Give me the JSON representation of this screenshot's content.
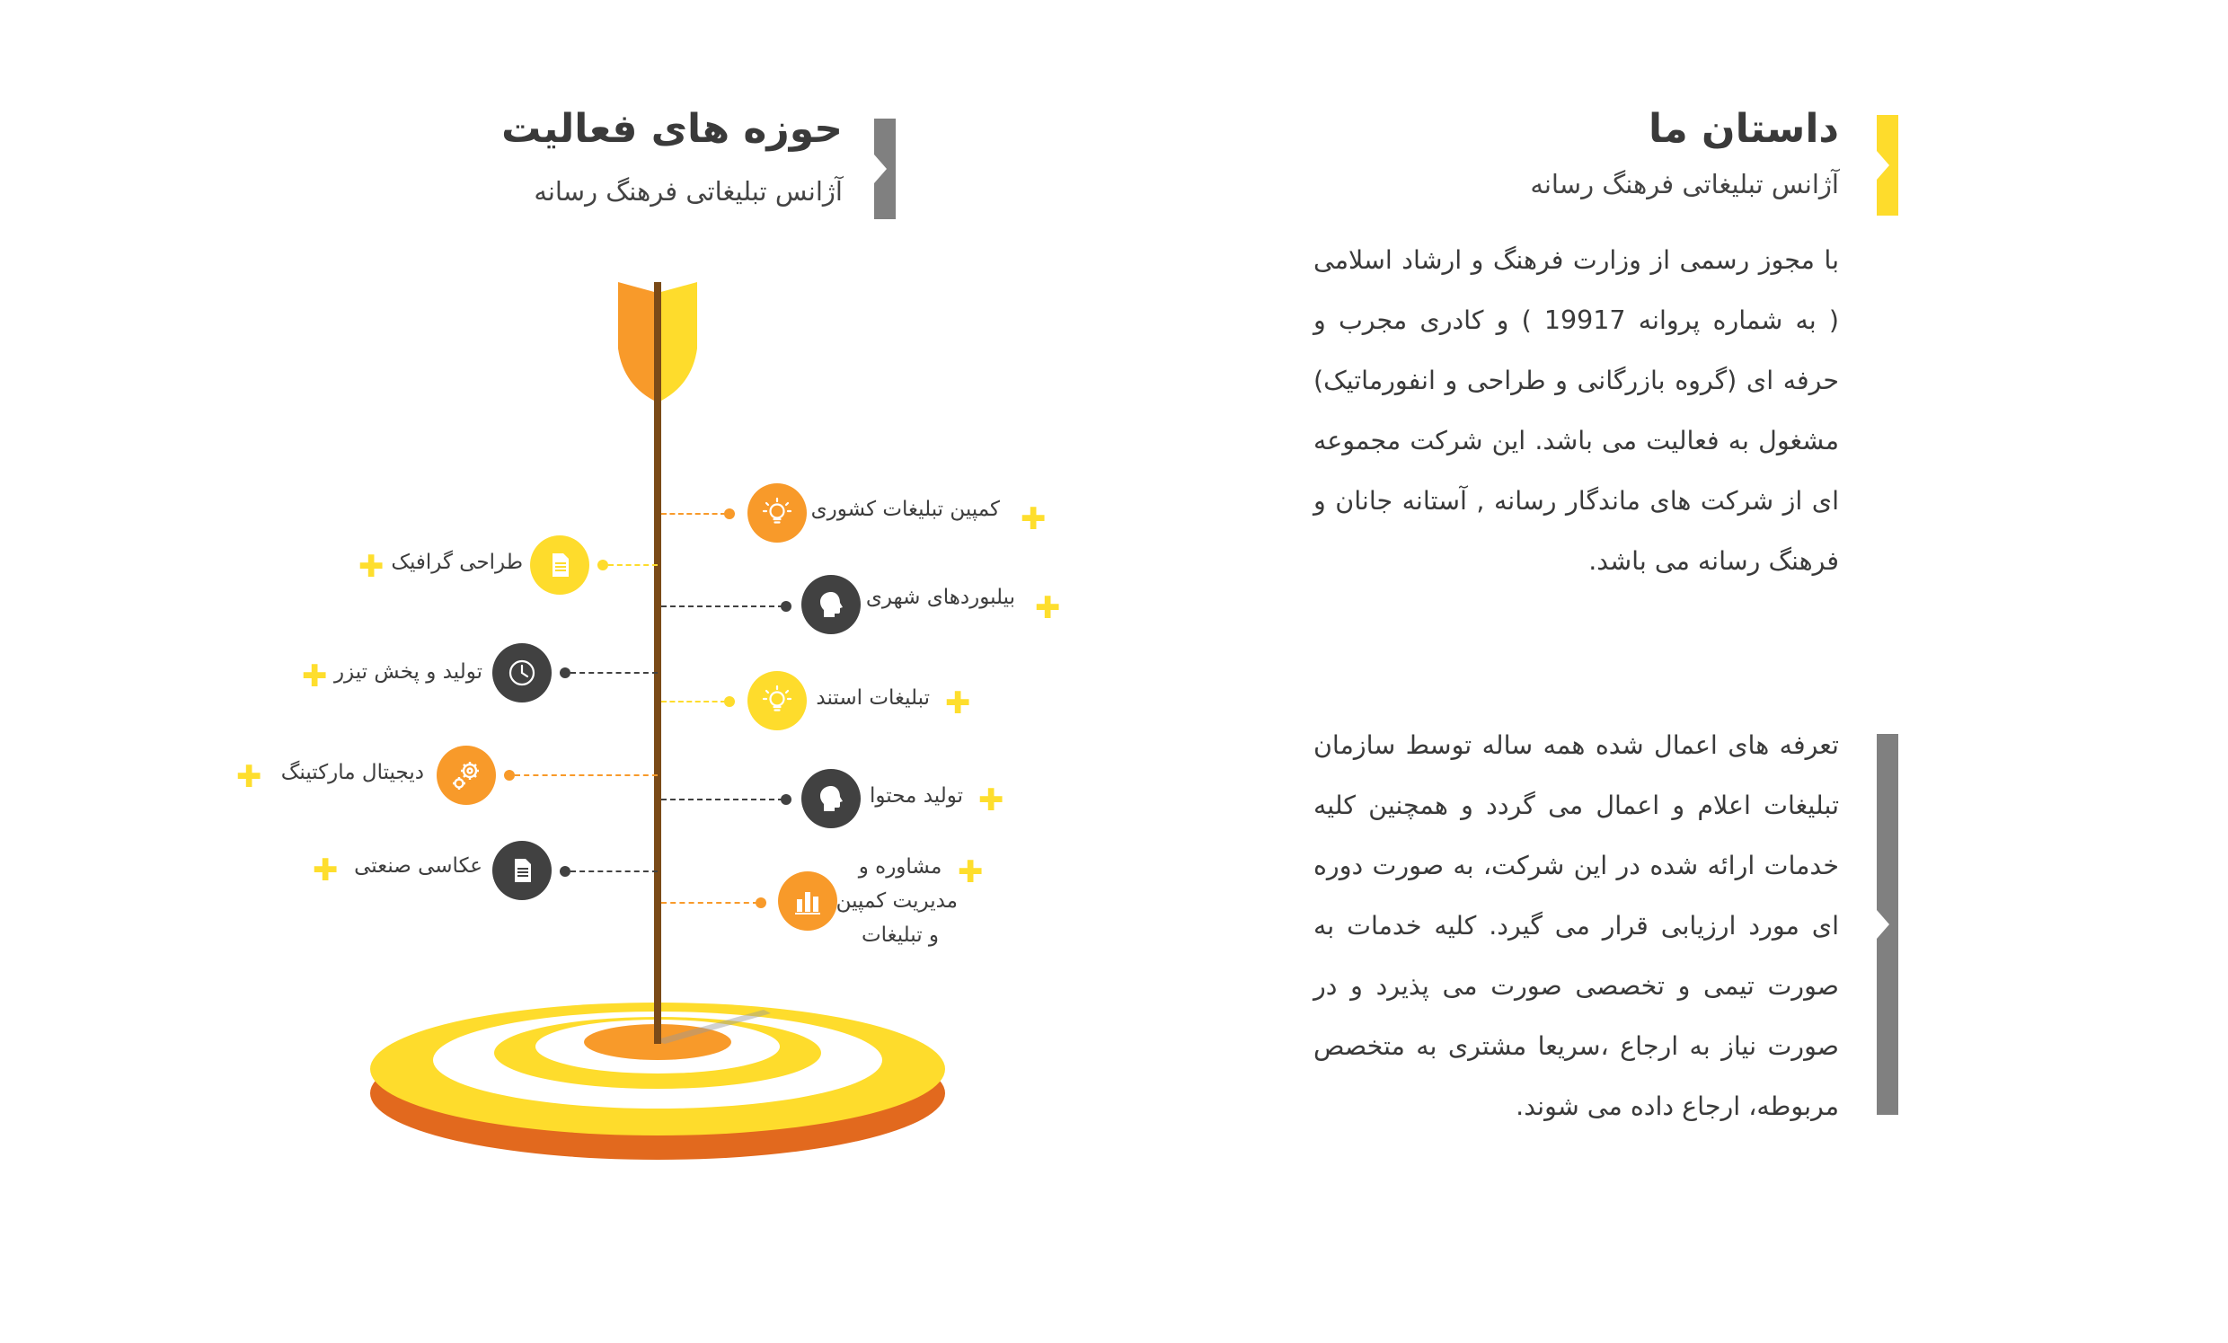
{
  "story": {
    "title": "داستان ما",
    "subtitle": "آژانس تبلیغاتی فرهنگ رسانه",
    "paragraph": "با مجوز رسمی از وزارت فرهنگ و ارشاد اسلامی ( به شماره پروانه 19917 ) و کادری مجرب و حرفه ای (گروه بازرگانی و طراحی و انفورماتیک) مشغول به فعالیت می باشد. این شرکت مجموعه ای از شرکت های ماندگار رسانه , آستانه جانان و فرهنگ رسانه می باشد."
  },
  "tariff": {
    "paragraph": "تعرفه های اعمال شده همه ساله توسط سازمان تبلیغات اعلام و اعمال می گردد و همچنین کلیه خدمات ارائه شده در این شرکت، به صورت دوره ای مورد ارزیابی قرار می گیرد. کلیه خدمات به صورت تیمی و تخصصی صورت می پذیرد و در صورت نیاز به ارجاع ،سریعا مشتری به متخصص مربوطه، ارجاع داده می شوند."
  },
  "activities": {
    "title": "حوزه های فعالیت",
    "subtitle": "آژانس تبلیغاتی فرهنگ رسانه",
    "right_items": [
      {
        "label": "کمپین تبلیغات کشوری",
        "icon": "lightbulb-icon",
        "color": "#f89a2a"
      },
      {
        "label": "بیلبوردهای شهری",
        "icon": "head-icon",
        "color": "#414141"
      },
      {
        "label": "تبلیغات استند",
        "icon": "lightbulb-icon",
        "color": "#fedc2c"
      },
      {
        "label": "تولید محتوا",
        "icon": "head-icon",
        "color": "#414141"
      },
      {
        "label_lines": [
          "مشاوره و",
          "مدیریت کمپین",
          "و تبلیغات"
        ],
        "icon": "bar-chart-icon",
        "color": "#f89a2a"
      }
    ],
    "left_items": [
      {
        "label": "طراحی گرافیک",
        "icon": "document-icon",
        "color": "#fedc2c"
      },
      {
        "label": "تولید و پخش تیزر",
        "icon": "clock-icon",
        "color": "#414141"
      },
      {
        "label": "دیجیتال مارکتینگ",
        "icon": "gears-icon",
        "color": "#f89a2a"
      },
      {
        "label": "عکاسی صنعتی",
        "icon": "document-icon",
        "color": "#414141"
      }
    ]
  },
  "colors": {
    "accent_yellow": "#fedc2c",
    "accent_orange": "#f89a2a",
    "dark": "#414141",
    "bar_gray": "#808080"
  }
}
